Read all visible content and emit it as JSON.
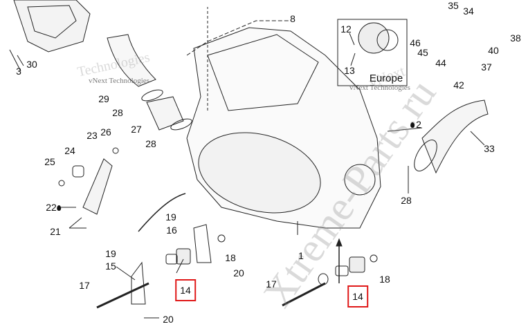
{
  "diagram": {
    "inset_label": "Europe",
    "watermarks": [
      "vNext Technologies",
      "vNext Technologies",
      "Technologies",
      "vNext",
      "Xtreme-Parts.ru"
    ],
    "callouts": {
      "c3": "3",
      "c30": "30",
      "c8": "8",
      "c12": "12",
      "c13": "13",
      "c35": "35",
      "c34": "34",
      "c46": "46",
      "c45": "45",
      "c40": "40",
      "c38": "38",
      "c44": "44",
      "c37": "37",
      "c42": "42",
      "c29": "29",
      "c28a": "28",
      "c27": "27",
      "c28b": "28",
      "c23": "23",
      "c26": "26",
      "c24": "24",
      "c25": "25",
      "c2": "2",
      "c33": "33",
      "c28c": "28",
      "c22": "22",
      "c21": "21",
      "c19a": "19",
      "c16": "16",
      "c18a": "18",
      "c20a": "20",
      "c19b": "19",
      "c15": "15",
      "c17a": "17",
      "c14a": "14",
      "c17b": "17",
      "c14b": "14",
      "c18b": "18",
      "c1": "1",
      "c20b": "20"
    },
    "highlight_color": "#e01818"
  }
}
